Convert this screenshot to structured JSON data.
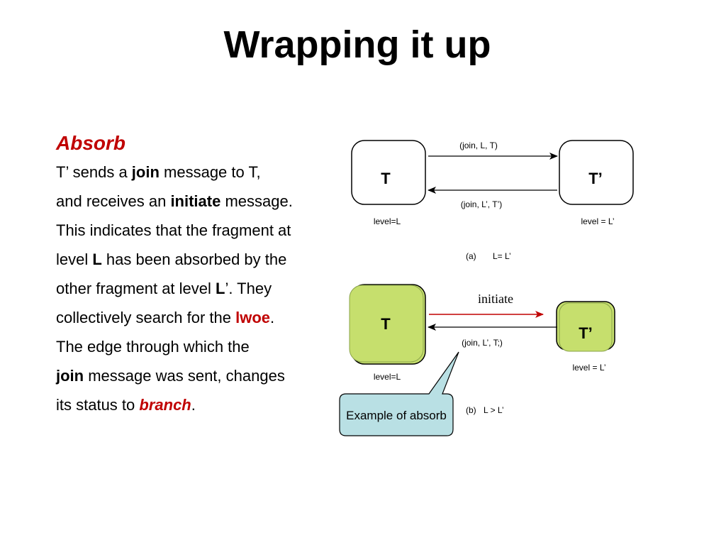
{
  "slide": {
    "title": "Wrapping it up"
  },
  "text": {
    "heading": "Absorb",
    "l1_a": "T’ sends a ",
    "l1_b": "join",
    "l1_c": " message to T,",
    "l2_a": "and receives an ",
    "l2_b": "initiate",
    "l2_c": " message.",
    "l3": "This indicates that the fragment at",
    "l4_a": "level ",
    "l4_b": "L",
    "l4_c": " has been absorbed by the",
    "l5_a": "other fragment at level ",
    "l5_b": "L",
    "l5_c": "’. They",
    "l6_a": "collectively search for the ",
    "l6_b": "lwoe",
    "l6_c": ".",
    "l7": "The edge through which the",
    "l8_a": "join",
    "l8_b": " message was sent, changes",
    "l9_a": "its status to ",
    "l9_b": "branch",
    "l9_c": "."
  },
  "diagram_a": {
    "node_left": "T",
    "node_right": "T’",
    "arrow_top_label": "(join, L, T)",
    "arrow_bottom_label": "(join, L’, T’)",
    "left_level": "level=L",
    "right_level": "level = L’",
    "caption_marker": "(a)",
    "caption_text": "L= L’"
  },
  "diagram_b": {
    "node_left": "T",
    "node_right": "T’",
    "arrow_top_label": "initiate",
    "arrow_bottom_label": "(join, L’, T;)",
    "left_level": "level=L",
    "right_level": "level = L’",
    "caption_marker": "(b)",
    "caption_text": "L > L’",
    "callout": "Example of absorb"
  },
  "colors": {
    "accent_red": "#c00000",
    "node_green": "#c6df6d",
    "callout_fill": "#b9e0e4"
  }
}
